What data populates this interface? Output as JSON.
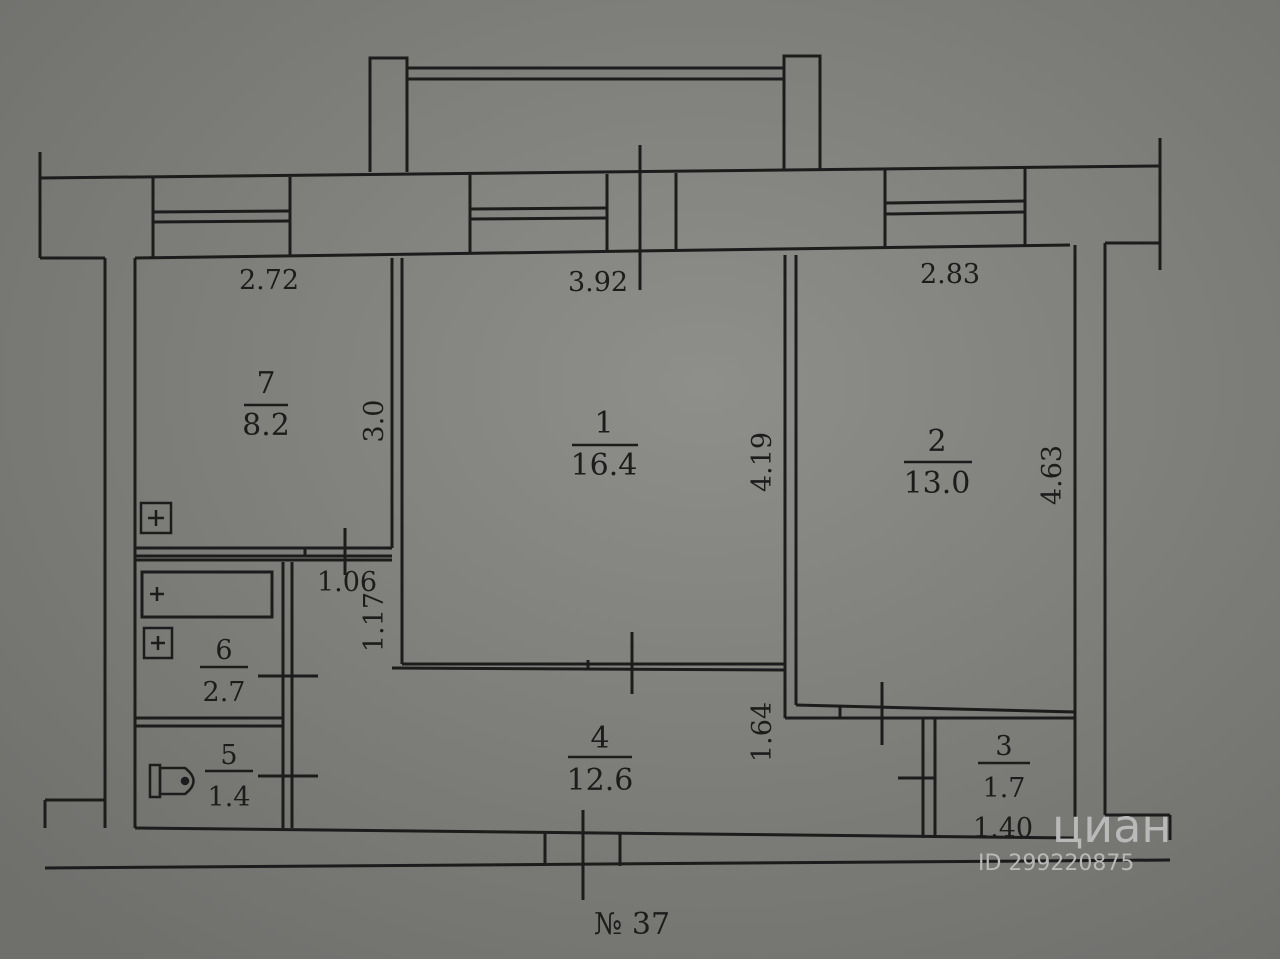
{
  "plan_number": "№ 37",
  "rooms": [
    {
      "number": "1",
      "area": "16.4"
    },
    {
      "number": "2",
      "area": "13.0"
    },
    {
      "number": "3",
      "area": "1.7"
    },
    {
      "number": "4",
      "area": "12.6"
    },
    {
      "number": "5",
      "area": "1.4"
    },
    {
      "number": "6",
      "area": "2.7"
    },
    {
      "number": "7",
      "area": "8.2"
    }
  ],
  "dimensions": {
    "room7_width": "2.72",
    "room1_width": "3.92",
    "room2_width": "2.83",
    "room7_depth": "3.0",
    "room1_depth": "4.19",
    "room2_depth": "4.63",
    "room6_width": "1.06",
    "hall_passage": "1.17",
    "hall_depth": "1.64",
    "room3_width": "1.40"
  },
  "watermark": {
    "brand": "циан",
    "id": "ID 299220875"
  },
  "colors": {
    "paper": "#838380",
    "paper_light": "#8e8e8a",
    "line": "#1c1c1c",
    "background": "#6e6e6a"
  }
}
